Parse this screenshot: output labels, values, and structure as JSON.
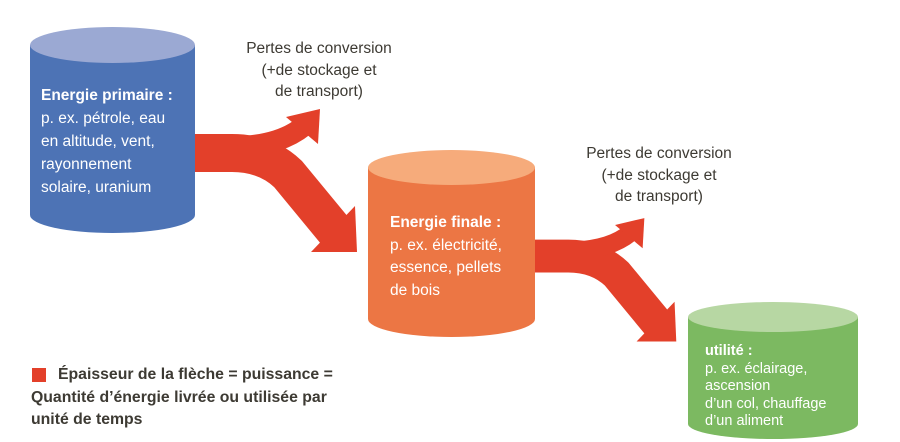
{
  "colors": {
    "red": "#e3402a",
    "blue_body": "#4d73b5",
    "blue_top": "#9ba9d3",
    "orange_body": "#ec7644",
    "orange_top": "#f6ab7b",
    "green_body": "#7cb961",
    "green_top": "#b7d7a3",
    "text_dark": "#3d3a33"
  },
  "cylinders": [
    {
      "title": "Energie primaire :",
      "lines": [
        "p. ex. pétrole, eau",
        "en altitude, vent,",
        "rayonnement",
        "solaire, uranium"
      ]
    },
    {
      "title": "Energie finale :",
      "lines": [
        "p. ex. électricité,",
        "essence, pellets",
        "de bois"
      ]
    },
    {
      "title": "utilité :",
      "lines": [
        "p. ex. éclairage,",
        "ascension",
        "d’un col, chauffage",
        "d’un aliment"
      ]
    }
  ],
  "loss_labels": [
    {
      "lines": [
        "Pertes de conversion",
        "(+de stockage et",
        "de transport)"
      ]
    },
    {
      "lines": [
        "Pertes de conversion",
        "(+de stockage et",
        "de transport)"
      ]
    }
  ],
  "legend": {
    "lines": [
      "Épaisseur de la flèche = puissance =",
      "Quantité d’énergie livrée ou utilisée par",
      "unité de temps"
    ]
  }
}
